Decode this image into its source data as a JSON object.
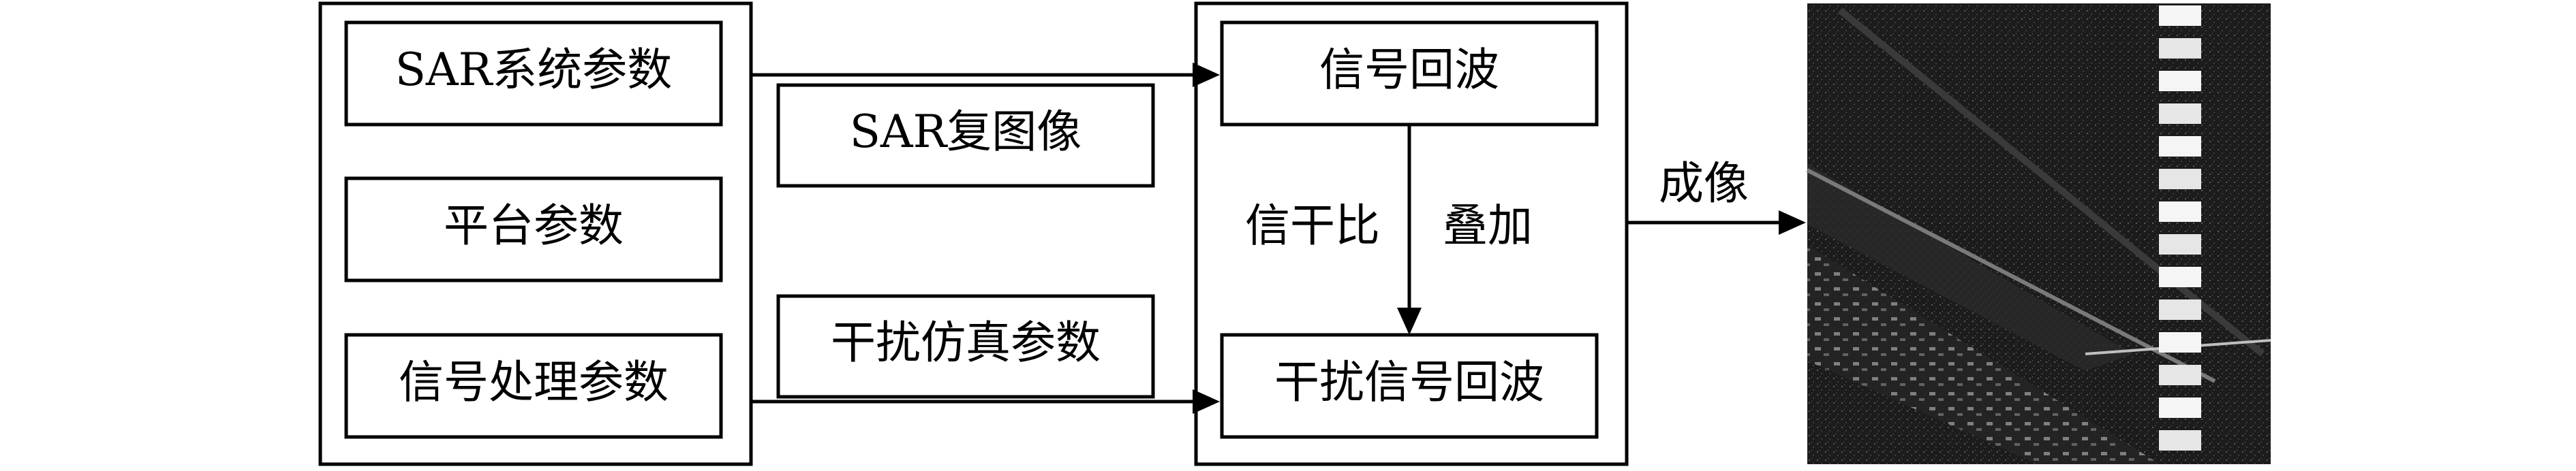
{
  "diagram": {
    "left_group": {
      "items": [
        {
          "label": "SAR系统参数"
        },
        {
          "label": "平台参数"
        },
        {
          "label": "信号处理参数"
        }
      ]
    },
    "middle_labels": {
      "complex_image": "SAR复图像",
      "jamming_params": "干扰仿真参数"
    },
    "right_group": {
      "top": "信号回波",
      "bottom": "干扰信号回波",
      "ratio_label": "信干比",
      "overlay_label": "叠加"
    },
    "output_label": "成像"
  },
  "colors": {
    "stroke": "#000000",
    "image_bg": "#1a1a1a"
  }
}
